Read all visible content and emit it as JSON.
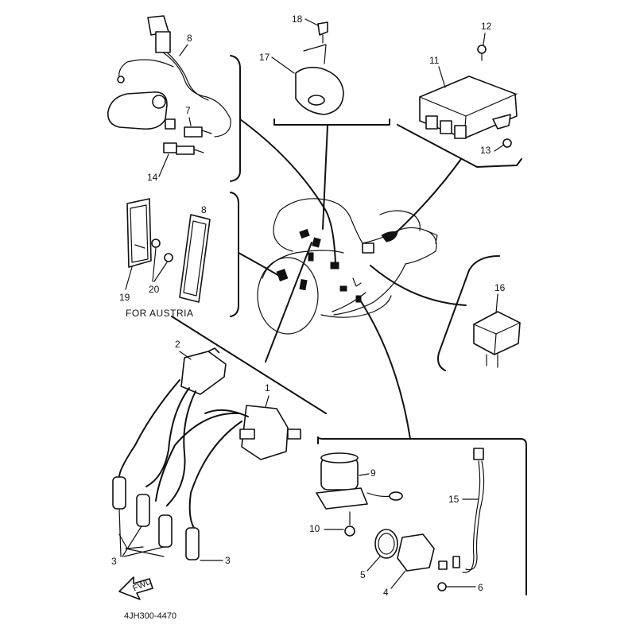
{
  "diagram": {
    "drawing_number": "4JH300-4470",
    "variant_caption": "FOR AUSTRIA",
    "front_arrow_label": "FWD",
    "callouts": {
      "coil": "1",
      "plug_cap_top": "2",
      "plug_cap_group": "3",
      "plug_cap_single": "3",
      "relay_unit": "4",
      "oring": "5",
      "screw_relay": "6",
      "switch_7": "7",
      "wire_8": "8",
      "motor": "9",
      "bolt_10": "10",
      "cdi_unit": "11",
      "screw_12": "12",
      "nut_13": "13",
      "switch_14": "14",
      "lead_15": "15",
      "flasher_relay": "16",
      "horn": "17",
      "bolt_18": "18",
      "reflector_19": "19",
      "nut_20": "20",
      "reflector_side": "8"
    }
  }
}
